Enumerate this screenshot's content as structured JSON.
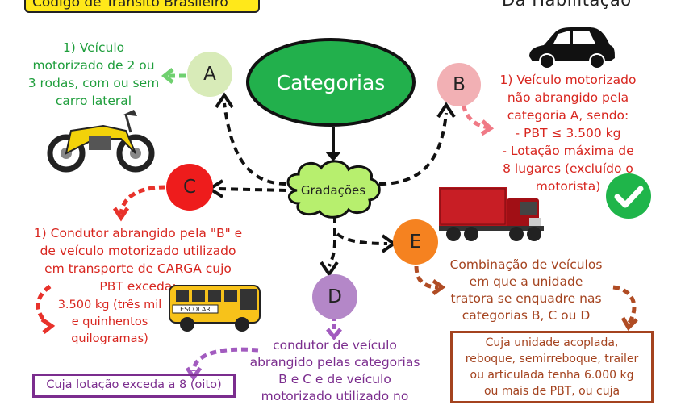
{
  "header": {
    "left_title": "Código de Trânsito Brasileiro",
    "right_title": "Da Habilitação"
  },
  "center": {
    "main": "Categorias",
    "gradations": "Gradações"
  },
  "categories": {
    "a": {
      "letter": "A",
      "text": [
        "1) Veículo",
        "motorizado de 2 ou",
        "3 rodas, com ou sem",
        "carro lateral"
      ]
    },
    "b": {
      "letter": "B",
      "text": [
        "1) Veículo motorizado",
        "não abrangido pela",
        "categoria A, sendo:",
        "- PBT ≤ 3.500 kg",
        "- Lotação máxima de",
        "8 lugares (excluído o",
        "motorista)"
      ]
    },
    "c": {
      "letter": "C",
      "text": [
        "1) Condutor abrangido pela \"B\" e",
        "de veículo motorizado utilizado",
        "em transporte de CARGA cujo",
        "PBT exceda:"
      ],
      "detail": [
        "3.500 kg (três mil",
        "e quinhentos",
        "quilogramas)"
      ]
    },
    "d": {
      "letter": "D",
      "text": [
        "condutor de veículo",
        "abrangido pelas categorias",
        "B e C e de veículo",
        "motorizado utilizado no"
      ],
      "box": "Cuja lotação exceda a 8 (oito)"
    },
    "e": {
      "letter": "E",
      "text": [
        "Combinação de veículos",
        "em que a unidade",
        "tratora se enquadre nas",
        "categorias B, C ou D"
      ],
      "box": [
        "Cuja unidade acoplada,",
        "reboque, semirreboque, trailer",
        "ou articulada tenha 6.000 kg",
        "ou mais de PBT, ou cuja"
      ]
    }
  },
  "bus_label": "ESCOLAR",
  "colors": {
    "green": "#1f9e3c",
    "red": "#d8261f",
    "brown": "#a4431f",
    "purple": "#7b2d8e",
    "category_ellipse": "#22b04c",
    "yellow": "#ffe81a"
  }
}
